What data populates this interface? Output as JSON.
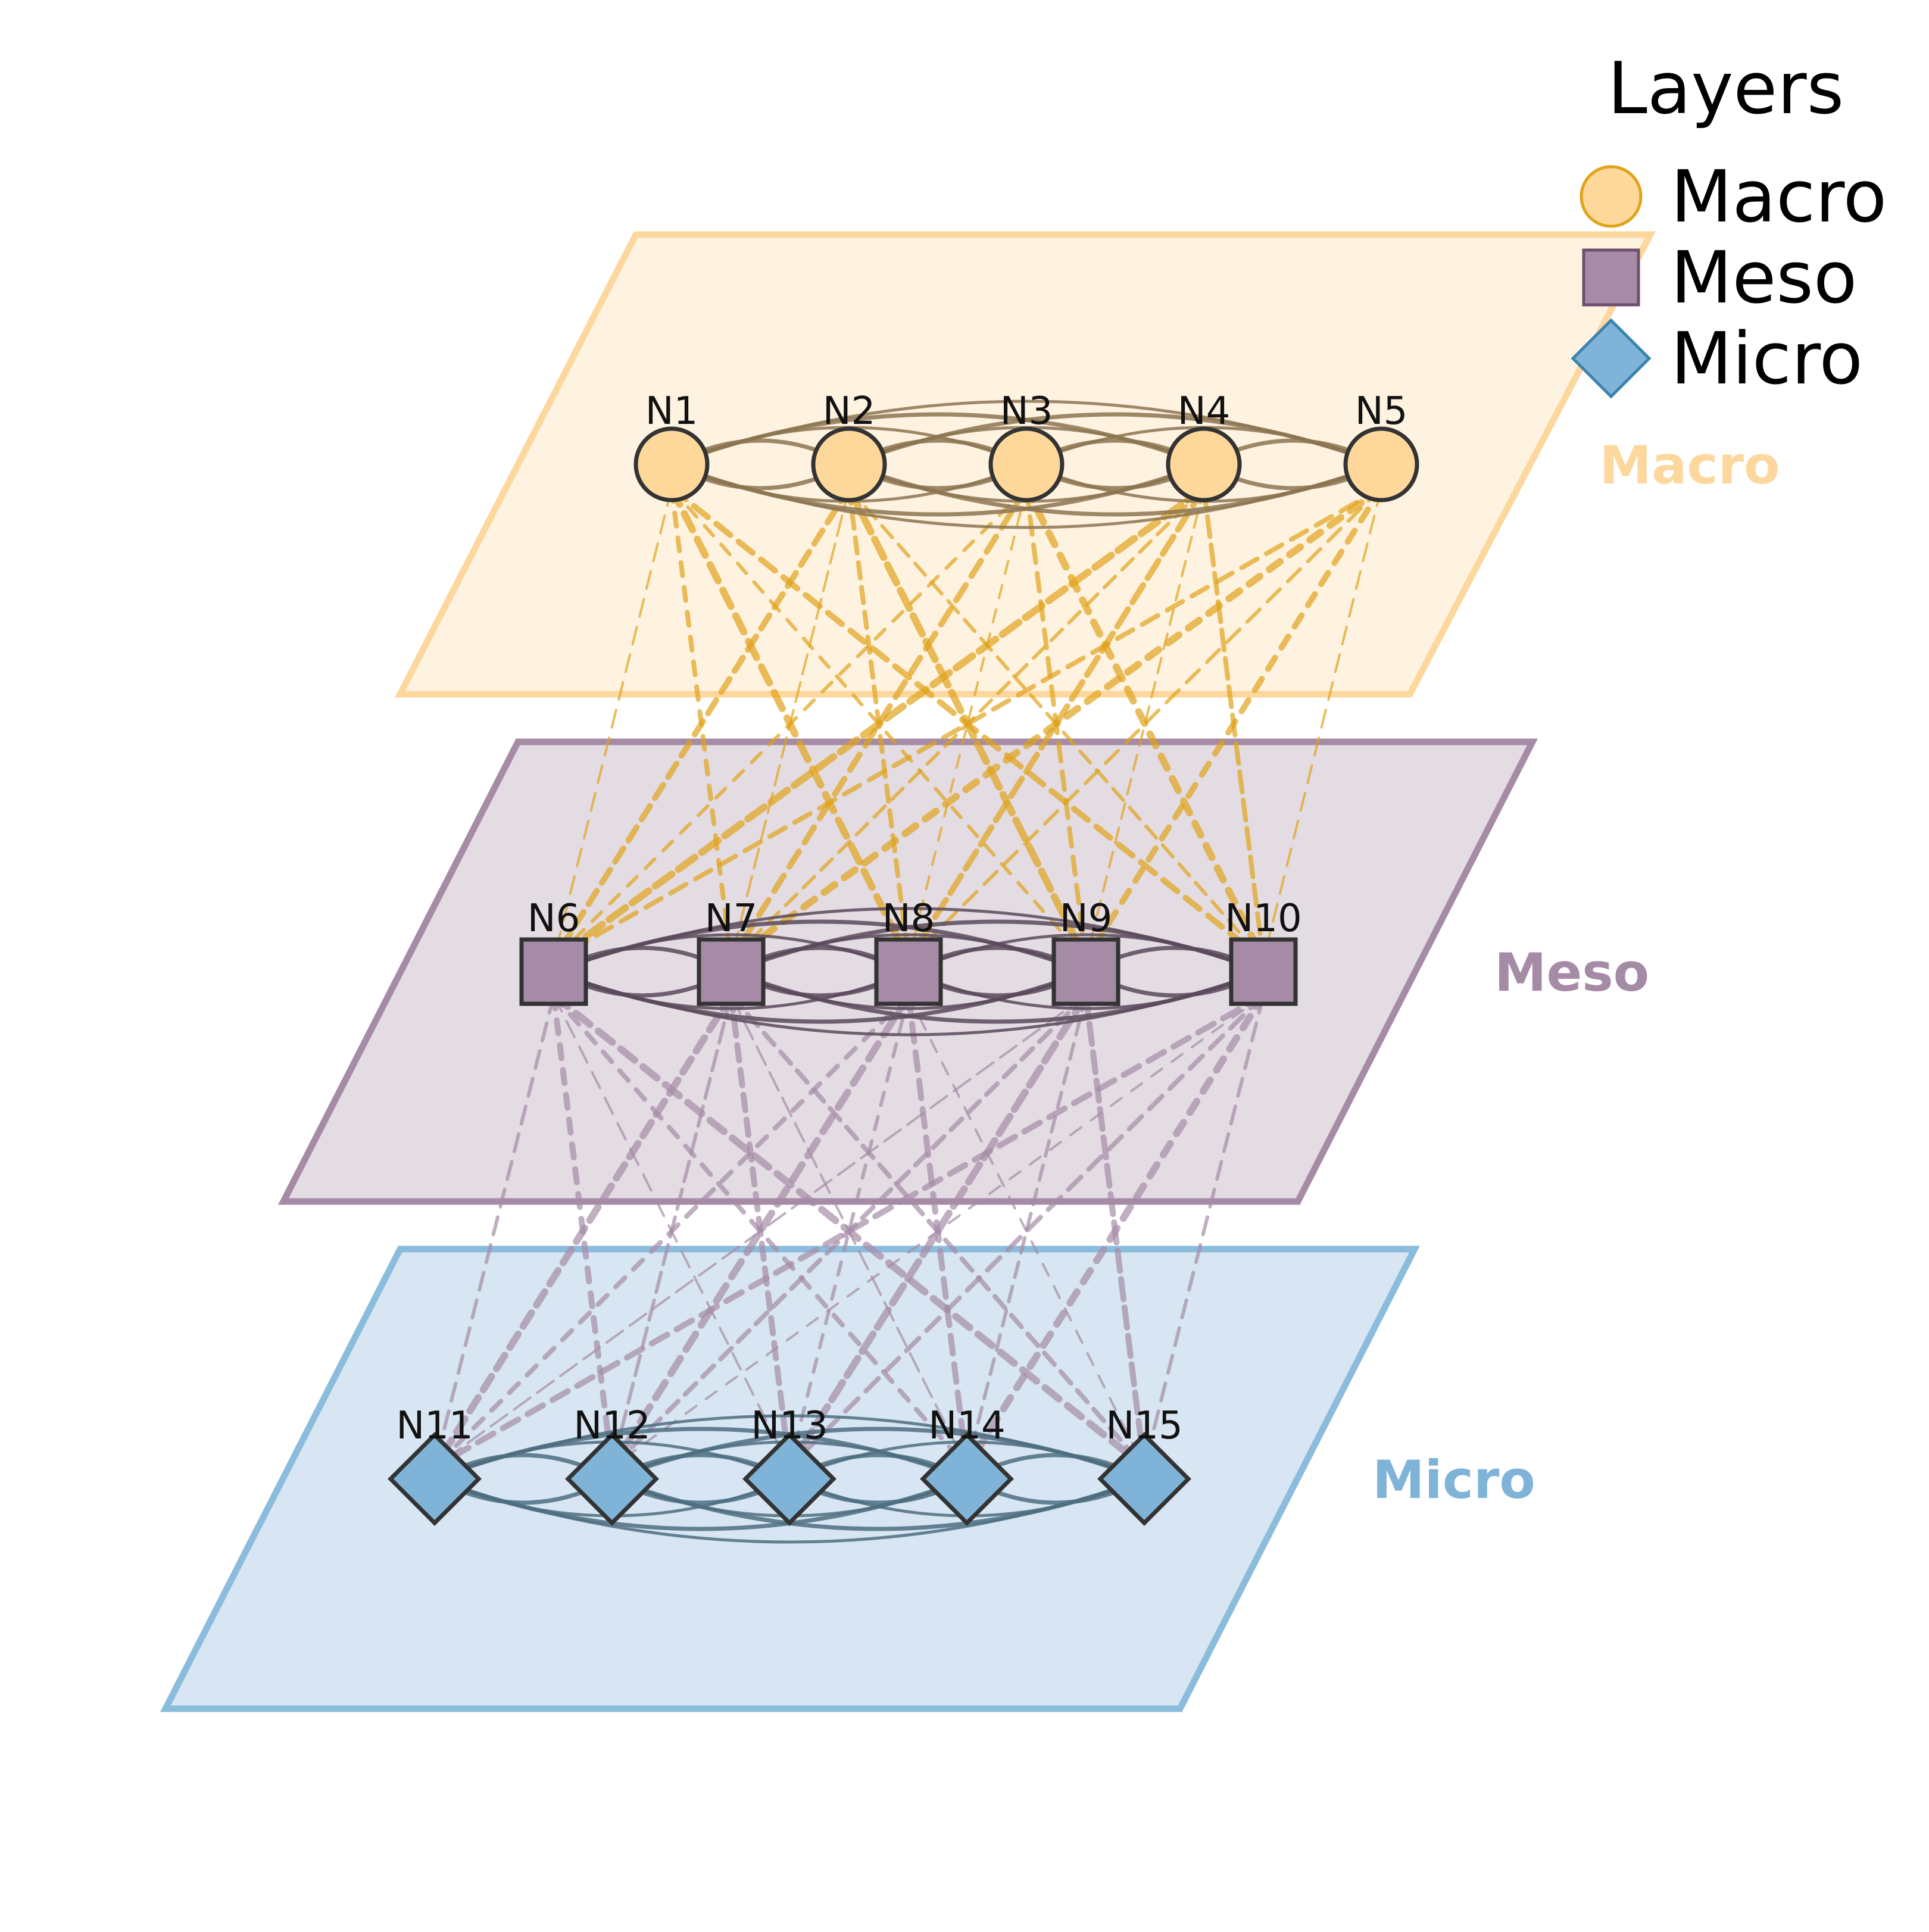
{
  "legend": {
    "title": "Layers",
    "items": [
      {
        "label": "Macro",
        "shape": "circle",
        "fill": "#FED89B",
        "stroke": "#E0A31A"
      },
      {
        "label": "Meso",
        "shape": "square",
        "fill": "#A58BA6",
        "stroke": "#6E4F70"
      },
      {
        "label": "Micro",
        "shape": "diamond",
        "fill": "#7FB4D8",
        "stroke": "#3B84B0"
      }
    ]
  },
  "layers": [
    {
      "key": "macro",
      "title": "Macro",
      "plane_fill": "#FEF2E0",
      "plane_stroke": "#FDD89E",
      "title_color": "#FDD89E",
      "node_shape": "circle",
      "node_fill": "#FED89B",
      "node_stroke": "#333333",
      "intra_edge_color": "#8C7450",
      "nodes": [
        "N1",
        "N2",
        "N3",
        "N4",
        "N5"
      ]
    },
    {
      "key": "meso",
      "title": "Meso",
      "plane_fill": "#E4DCE3",
      "plane_stroke": "#A58BA6",
      "title_color": "#A58BA6",
      "node_shape": "square",
      "node_fill": "#A58BA6",
      "node_stroke": "#333333",
      "intra_edge_color": "#5A4A5C",
      "nodes": [
        "N6",
        "N7",
        "N8",
        "N9",
        "N10"
      ]
    },
    {
      "key": "micro",
      "title": "Micro",
      "plane_fill": "#D7E6F2",
      "plane_stroke": "#8CBCDC",
      "title_color": "#7FB4D8",
      "node_shape": "diamond",
      "node_fill": "#7FB4D8",
      "node_stroke": "#333333",
      "intra_edge_color": "#4D6D80",
      "nodes": [
        "N11",
        "N12",
        "N13",
        "N14",
        "N15"
      ]
    }
  ],
  "inter_edge_colors": {
    "macro_meso": [
      "#E0A31A",
      "#A58BA6"
    ],
    "meso_micro": [
      "#A58BA6",
      "#7FB4D8"
    ]
  }
}
